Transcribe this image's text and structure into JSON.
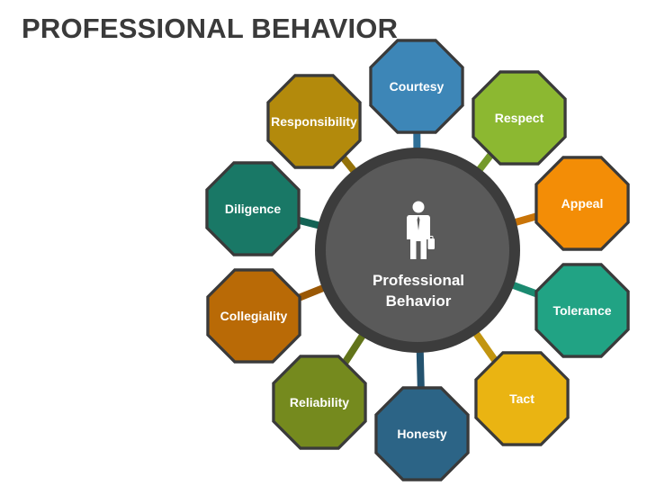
{
  "title": "PROFESSIONAL BEHAVIOR",
  "hub": {
    "line1": "Professional",
    "line2": "Behavior",
    "icon": "businessman-icon"
  },
  "nodes": [
    {
      "label": "Courtesy",
      "color": "#3d86b7",
      "connector": "#2f6f97"
    },
    {
      "label": "Respect",
      "color": "#8cb831",
      "connector": "#74992a"
    },
    {
      "label": "Appeal",
      "color": "#f38d06",
      "connector": "#c97408"
    },
    {
      "label": "Tolerance",
      "color": "#21a384",
      "connector": "#1b8a70"
    },
    {
      "label": "Tact",
      "color": "#eab412",
      "connector": "#c29510"
    },
    {
      "label": "Honesty",
      "color": "#2c6486",
      "connector": "#24536f"
    },
    {
      "label": "Reliability",
      "color": "#758a1e",
      "connector": "#62741a"
    },
    {
      "label": "Collegiality",
      "color": "#b96a06",
      "connector": "#9a5805"
    },
    {
      "label": "Diligence",
      "color": "#197866",
      "connector": "#146355"
    },
    {
      "label": "Responsibility",
      "color": "#b38a0c",
      "connector": "#94720a"
    }
  ]
}
